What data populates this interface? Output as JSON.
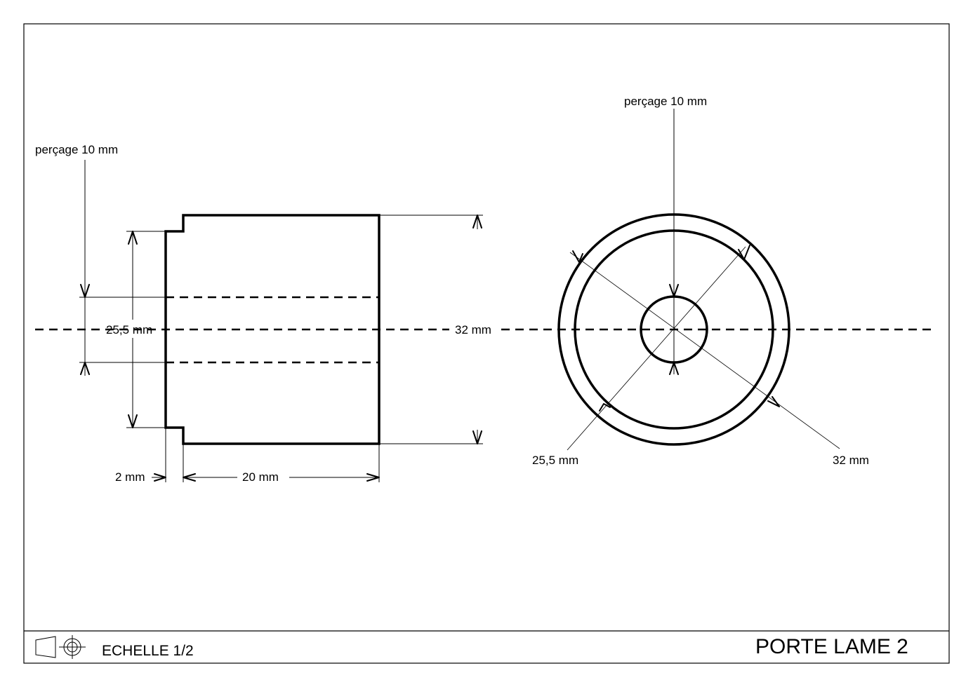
{
  "title_block": {
    "title": "PORTE LAME 2",
    "scale": "ECHELLE 1/2",
    "projection_symbol": "first-angle-projection-icon"
  },
  "side_view": {
    "drill_label": "perçage 10 mm",
    "diameter_small_label": "25,5 mm",
    "diameter_large_label": "32 mm",
    "shoulder_label": "2 mm",
    "length_label": "20 mm"
  },
  "front_view": {
    "drill_label": "perçage 10 mm",
    "diameter_inner_label": "25,5 mm",
    "diameter_outer_label": "32 mm"
  }
}
